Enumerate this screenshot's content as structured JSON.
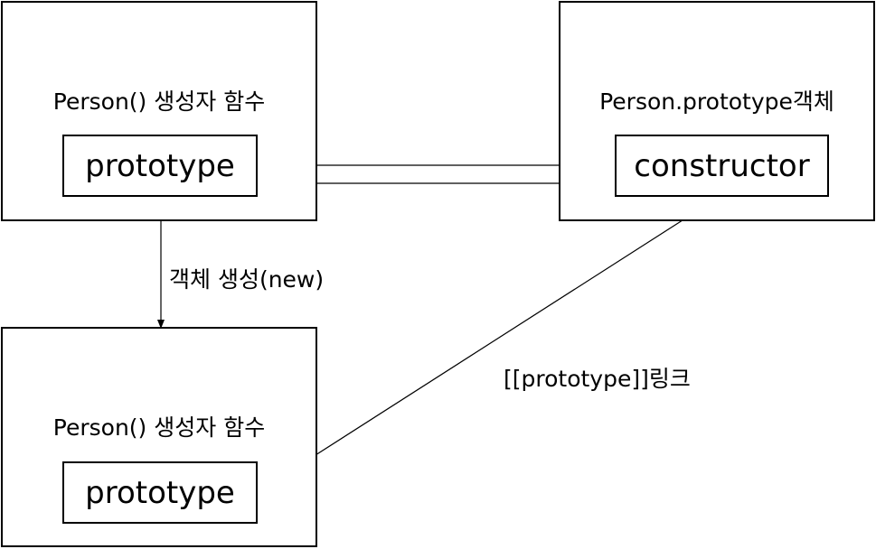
{
  "diagram": {
    "top_left_box": {
      "title": "Person() 생성자 함수",
      "field": "prototype"
    },
    "top_right_box": {
      "title": "Person.prototype객체",
      "field": "constructor"
    },
    "bottom_left_box": {
      "title": "Person() 생성자 함수",
      "field": "prototype"
    },
    "labels": {
      "create_object": "객체 생성(new)",
      "prototype_link": "[[prototype]]링크"
    }
  }
}
